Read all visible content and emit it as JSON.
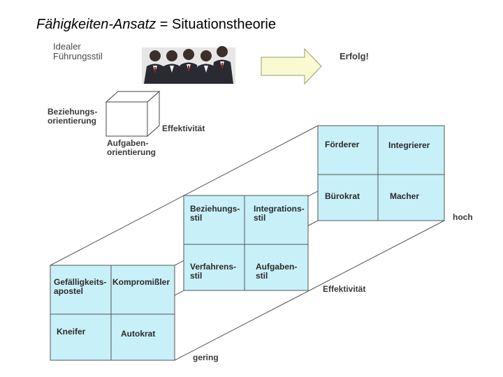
{
  "title": {
    "part_italic": "Fähigkeiten-Ansatz",
    "part_rest": " = Situationstheorie"
  },
  "header": {
    "ideal_line1": "Idealer",
    "ideal_line2": "Führungsstil",
    "success": "Erfolg!",
    "people_image": "group-of-business-people"
  },
  "small_cube": {
    "relation_line1": "Beziehungs-",
    "relation_line2": "orientierung",
    "task_line1": "Aufgaben-",
    "task_line2": "orientierung",
    "effect": "Effektivität"
  },
  "high_layer": {
    "cells": [
      {
        "line1": "Förderer",
        "line2": ""
      },
      {
        "line1": "Integrierer",
        "line2": ""
      },
      {
        "line1": "Bürokrat",
        "line2": ""
      },
      {
        "line1": "Macher",
        "line2": ""
      }
    ]
  },
  "mid_layer": {
    "cells": [
      {
        "line1": "Beziehungs-",
        "line2": "stil"
      },
      {
        "line1": "Integrations-",
        "line2": "stil"
      },
      {
        "line1": "Verfahrens-",
        "line2": "stil"
      },
      {
        "line1": "Aufgaben-",
        "line2": "stil"
      }
    ]
  },
  "low_layer": {
    "cells": [
      {
        "line1": "Gefälligkeits-",
        "line2": "apostel"
      },
      {
        "line1": "Kompromißler",
        "line2": ""
      },
      {
        "line1": "Kneifer",
        "line2": ""
      },
      {
        "line1": "Autokrat",
        "line2": ""
      }
    ]
  },
  "axis": {
    "high": "hoch",
    "effect": "Effektivität",
    "low": "gering"
  },
  "colors": {
    "cell_fill": "#c8f0f8",
    "arrow_fill": "#fafad2"
  }
}
